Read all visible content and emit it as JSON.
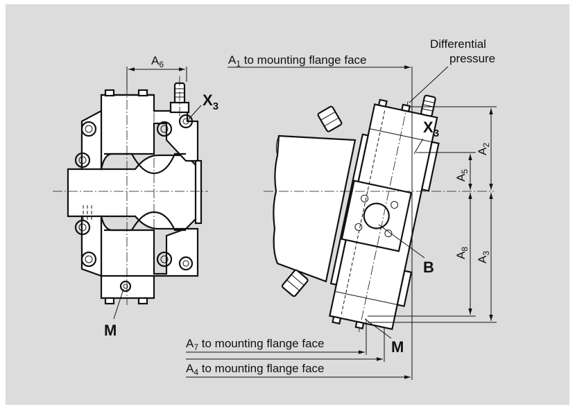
{
  "labels": {
    "differential_pressure_line1": "Differential",
    "differential_pressure_line2": "pressure",
    "a1_prefix": "A",
    "a1_sub": "1",
    "a1_text": " to mounting flange face",
    "a4_prefix": "A",
    "a4_sub": "4",
    "a4_text": " to mounting flange face",
    "a7_prefix": "A",
    "a7_sub": "7",
    "a7_text": " to mounting flange face",
    "a6_prefix": "A",
    "a6_sub": "6",
    "a2_prefix": "A",
    "a2_sub": "2",
    "a3_prefix": "A",
    "a3_sub": "3",
    "a5_prefix": "A",
    "a5_sub": "5",
    "a8_prefix": "A",
    "a8_sub": "8",
    "port_x3_left_main": "X",
    "port_x3_left_sub": "3",
    "port_x3_right_main": "X",
    "port_x3_right_sub": "3",
    "port_b": "B",
    "port_m_left": "M",
    "port_m_right": "M"
  }
}
